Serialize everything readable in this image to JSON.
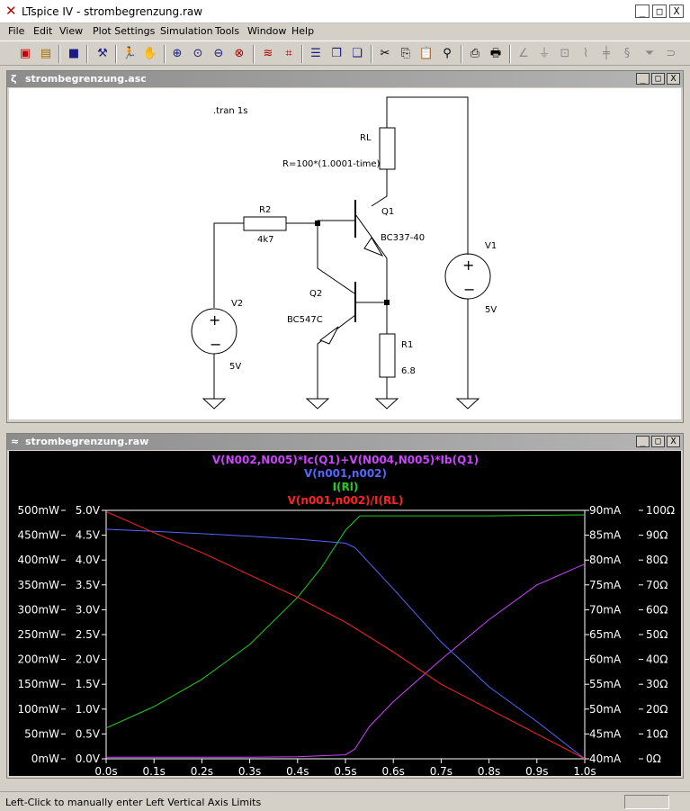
{
  "window": {
    "title": "LTspice IV - strombegrenzung.raw",
    "min": "_",
    "max": "□",
    "close": "X"
  },
  "menu": [
    "File",
    "Edit",
    "View",
    "Plot Settings",
    "Simulation",
    "Tools",
    "Window",
    "Help"
  ],
  "schematic": {
    "title": "strombegrenzung.asc",
    "directive": ".tran 1s",
    "RL": {
      "name": "RL",
      "value": "R=100*(1.0001-time)"
    },
    "R2": {
      "name": "R2",
      "value": "4k7"
    },
    "Q1": {
      "name": "Q1",
      "model": "BC337-40"
    },
    "Q2": {
      "name": "Q2",
      "model": "BC547C"
    },
    "R1": {
      "name": "R1",
      "value": "6.8"
    },
    "V1": {
      "name": "V1",
      "value": "5V"
    },
    "V2": {
      "name": "V2",
      "value": "5V"
    }
  },
  "plot": {
    "title": "strombegrenzung.raw"
  },
  "chart_data": {
    "type": "line",
    "legend_placement": "top-center",
    "grid": false,
    "background": "#000000",
    "x": {
      "ticks": [
        "0.0s",
        "0.1s",
        "0.2s",
        "0.3s",
        "0.4s",
        "0.5s",
        "0.6s",
        "0.7s",
        "0.8s",
        "0.9s",
        "1.0s"
      ],
      "range": [
        0,
        1
      ]
    },
    "y_left_outer": {
      "ticks": [
        "500mW",
        "450mW",
        "400mW",
        "350mW",
        "300mW",
        "250mW",
        "200mW",
        "150mW",
        "100mW",
        "50mW",
        "0mW"
      ],
      "range": [
        0,
        500
      ],
      "color": "#cc44ff"
    },
    "y_left_inner": {
      "ticks": [
        "5.0V",
        "4.5V",
        "4.0V",
        "3.5V",
        "3.0V",
        "2.5V",
        "2.0V",
        "1.5V",
        "1.0V",
        "0.5V",
        "0.0V"
      ],
      "range": [
        0,
        5
      ],
      "color": "#5566ff"
    },
    "y_right_inner": {
      "ticks": [
        "90mA",
        "85mA",
        "80mA",
        "75mA",
        "70mA",
        "65mA",
        "60mA",
        "55mA",
        "50mA",
        "45mA",
        "40mA"
      ],
      "range": [
        40,
        90
      ],
      "color": "#22cc22"
    },
    "y_right_outer": {
      "ticks": [
        "100Ω",
        "90Ω",
        "80Ω",
        "70Ω",
        "60Ω",
        "50Ω",
        "40Ω",
        "30Ω",
        "20Ω",
        "10Ω",
        "0Ω"
      ],
      "range": [
        0,
        100
      ],
      "color": "#ff2222"
    },
    "series": [
      {
        "name": "V(N002,N005)*Ic(Q1)+V(N004,N005)*Ib(Q1)",
        "color": "#cc44ff",
        "axis": "y_left_outer",
        "x": [
          0,
          0.1,
          0.2,
          0.3,
          0.4,
          0.5,
          0.52,
          0.55,
          0.6,
          0.7,
          0.8,
          0.9,
          1.0
        ],
        "y": [
          3,
          3,
          3,
          3,
          4,
          8,
          20,
          65,
          115,
          200,
          280,
          350,
          392
        ]
      },
      {
        "name": "V(n001,n002)",
        "color": "#5566ff",
        "axis": "y_left_inner",
        "x": [
          0,
          0.1,
          0.2,
          0.3,
          0.4,
          0.5,
          0.52,
          0.6,
          0.7,
          0.8,
          0.9,
          1.0
        ],
        "y": [
          4.62,
          4.58,
          4.53,
          4.48,
          4.42,
          4.34,
          4.25,
          3.42,
          2.35,
          1.45,
          0.75,
          0.0
        ]
      },
      {
        "name": "I(Rl)",
        "color": "#22cc22",
        "axis": "y_right_inner",
        "x": [
          0,
          0.1,
          0.2,
          0.3,
          0.4,
          0.45,
          0.5,
          0.53,
          0.6,
          0.7,
          0.8,
          0.9,
          1.0
        ],
        "y": [
          46.2,
          50.5,
          56,
          63,
          72.5,
          78.5,
          86,
          88.9,
          88.9,
          88.9,
          88.9,
          89,
          89.1
        ]
      },
      {
        "name": "V(n001,n002)/I(RL)",
        "color": "#ff2222",
        "axis": "y_right_outer",
        "x": [
          0,
          0.1,
          0.2,
          0.3,
          0.4,
          0.5,
          0.6,
          0.7,
          0.8,
          0.9,
          1.0
        ],
        "y": [
          99.5,
          91,
          83,
          74,
          65,
          55,
          43,
          30,
          20,
          10,
          0
        ]
      }
    ]
  },
  "status": {
    "text": "Left-Click to manually enter Left Vertical Axis Limits"
  }
}
